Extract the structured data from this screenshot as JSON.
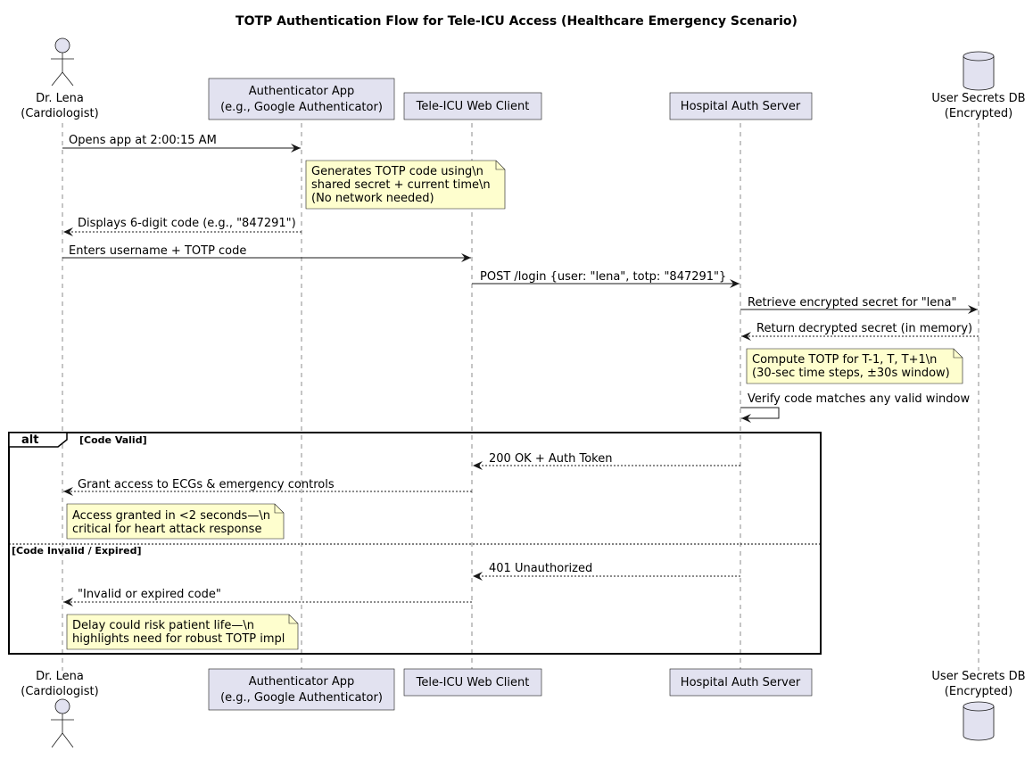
{
  "title": "TOTP Authentication Flow for Tele-ICU Access (Healthcare Emergency Scenario)",
  "participants": {
    "doctor": {
      "line1": "Dr. Lena",
      "line2": "(Cardiologist)"
    },
    "app": {
      "line1": "Authenticator App",
      "line2": "(e.g., Google Authenticator)"
    },
    "client": {
      "line1": "Tele-ICU Web Client"
    },
    "server": {
      "line1": "Hospital Auth Server"
    },
    "db": {
      "line1": "User Secrets DB",
      "line2": "(Encrypted)"
    }
  },
  "messages": {
    "m1": "Opens app at 2:00:15 AM",
    "m2": "Displays 6-digit code (e.g., \"847291\")",
    "m3": "Enters username + TOTP code",
    "m4": "POST /login {user: \"lena\", totp: \"847291\"}",
    "m5": "Retrieve encrypted secret for \"lena\"",
    "m6": "Return decrypted secret (in memory)",
    "m7": "Verify code matches any valid window",
    "m8": "200 OK + Auth Token",
    "m9": "Grant access to ECGs & emergency controls",
    "m10": "401 Unauthorized",
    "m11": "\"Invalid or expired code\""
  },
  "notes": {
    "n1": [
      "Generates TOTP code using\\n",
      "shared secret + current time\\n",
      "(No network needed)"
    ],
    "n2": [
      "Compute TOTP for T-1, T, T+1\\n",
      "(30-sec time steps, ±30s window)"
    ],
    "n3": [
      "Access granted in <2 seconds—\\n",
      "critical for heart attack response"
    ],
    "n4": [
      "Delay could risk patient life—\\n",
      "highlights need for robust TOTP impl"
    ]
  },
  "alt": {
    "keyword": "alt",
    "guard1": "[Code Valid]",
    "guard2": "[Code Invalid / Expired]"
  },
  "colors": {
    "participant_fill": "#e2e2f0",
    "note_fill": "#fefece",
    "line": "#181818"
  }
}
